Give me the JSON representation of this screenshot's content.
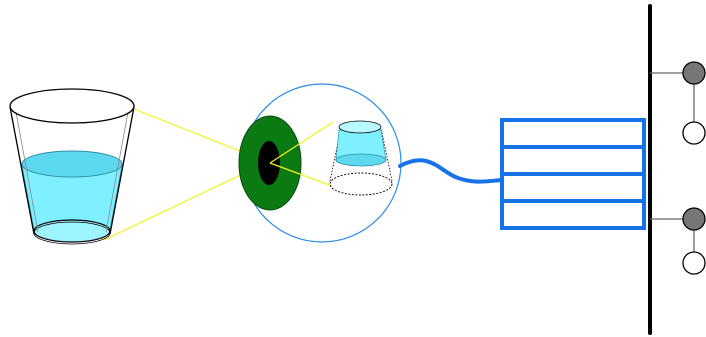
{
  "colors": {
    "background": "#ffffff",
    "water": "#7FF0FF",
    "water_light": "#B8F8FF",
    "water_dark": "#4BC8E0",
    "glass_outline": "#000000",
    "sight_lines": "#F2F220",
    "iris": "#0B7A12",
    "pupil": "#000000",
    "lens_circle": "#2A8CE8",
    "nerve": "#1572E8",
    "memory_boxes": "#1572E8",
    "bus_line": "#000000",
    "node_filled": "#777777",
    "node_empty": "#ffffff",
    "node_connector": "#666666"
  },
  "icons": {
    "glass": "water-glass-icon",
    "eye": "eye-icon",
    "mental_image": "inverted-glass-icon",
    "memory": "memory-register-icon"
  },
  "memory_register": {
    "cells": 4
  },
  "nodes": [
    {
      "name": "node-1-filled",
      "state": "filled"
    },
    {
      "name": "node-1-empty",
      "state": "empty"
    },
    {
      "name": "node-2-filled",
      "state": "filled"
    },
    {
      "name": "node-2-empty",
      "state": "empty"
    }
  ]
}
